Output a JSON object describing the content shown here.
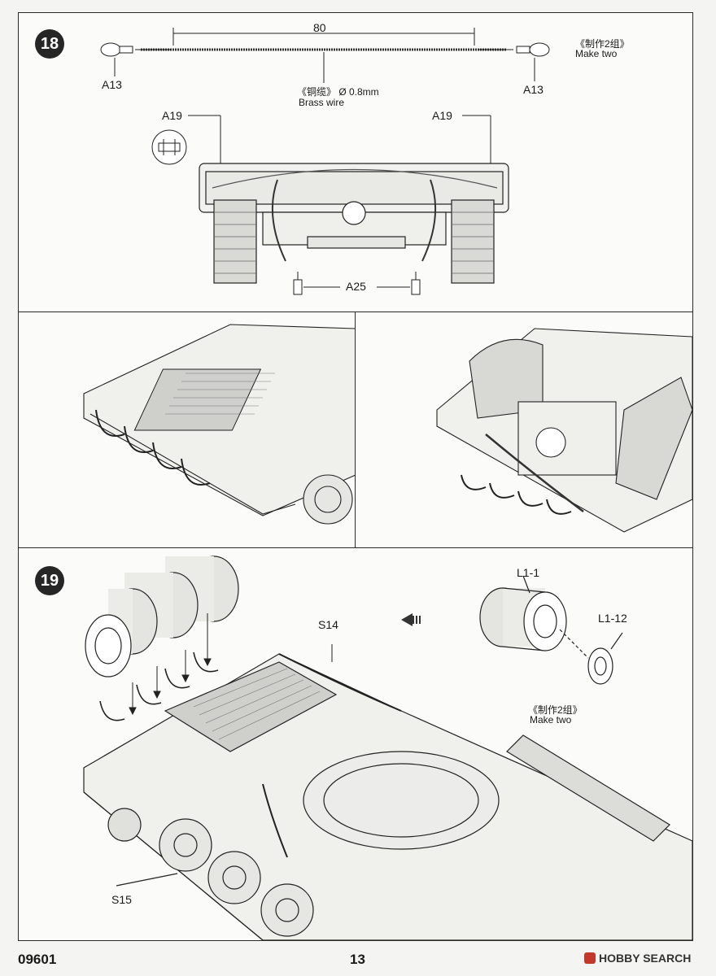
{
  "step18": {
    "number": "18",
    "dimension": "80",
    "part_left_end": "A13",
    "part_right_end": "A13",
    "wire_label_cn": "《铜缆》 Ø 0.8mm",
    "wire_label_en": "Brass wire",
    "make_two_cn": "《制作2组》",
    "make_two_en": "Make two",
    "part_a19_left": "A19",
    "part_a19_right": "A19",
    "part_a25": "A25"
  },
  "step19": {
    "number": "19",
    "part_s14": "S14",
    "part_s15": "S15",
    "part_l1_1": "L1-1",
    "part_l1_12": "L1-12",
    "make_two_cn": "《制作2组》",
    "make_two_en": "Make two"
  },
  "footer": {
    "product_code": "09601",
    "page_number": "13",
    "watermark": "HOBBY SEARCH"
  }
}
